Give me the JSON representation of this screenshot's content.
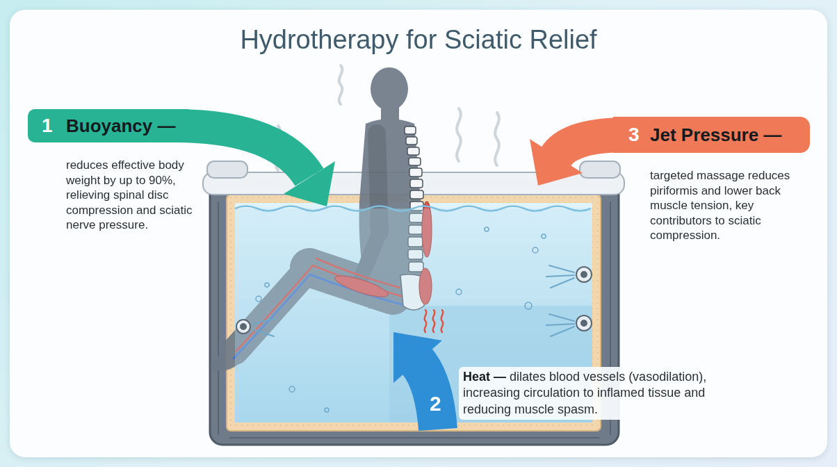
{
  "diagram": {
    "title": "Hydrotherapy for Sciatic Relief",
    "nodes": [
      {
        "text": [
          "1",
          "Buoyancy —",
          "reduces effective body weight by up to 90%, relieving spinal disc compression and sciatic nerve pressure."
        ]
      },
      {
        "text": [
          "3",
          "Jet Pressure —",
          "targeted massage reduces piriformis and lower back muscle tension, key contributors to sciatic compression."
        ]
      },
      {
        "text": [
          "2",
          "Heat —",
          "dilates blood vessels (vasodilation), increasing circulation to inflamed tissue and reducing muscle spasm."
        ]
      }
    ]
  }
}
